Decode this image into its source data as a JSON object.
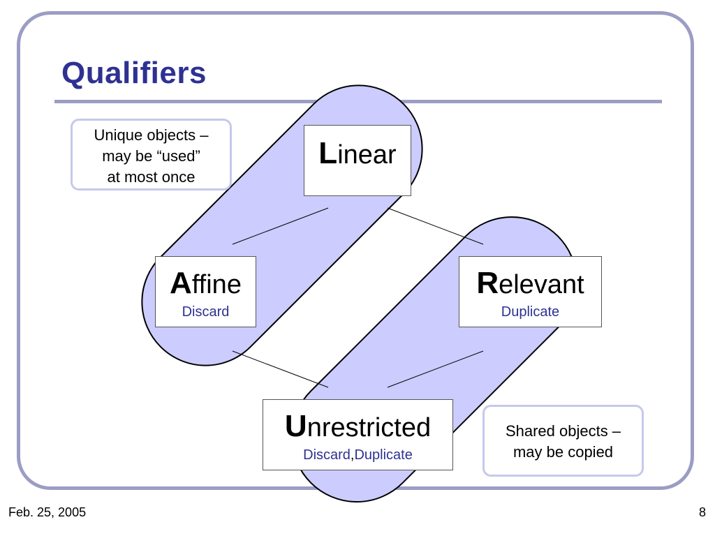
{
  "slide": {
    "title": "Qualifiers",
    "footer_date": "Feb. 25, 2005",
    "page_number": "8"
  },
  "colors": {
    "title": "#2e3192",
    "frame": "#9b9dc4",
    "lobe_fill": "#ccccff",
    "operations_text": "#2e3192",
    "callout_border": "#c6c8ec"
  },
  "nodes": {
    "linear": {
      "initial": "L",
      "rest": "inear"
    },
    "affine": {
      "initial": "A",
      "rest": "ffine",
      "operations": "Discard"
    },
    "relevant": {
      "initial": "R",
      "rest": "elevant",
      "operations": "Duplicate"
    },
    "unrestricted": {
      "initial": "U",
      "rest": "nrestricted",
      "operation_1": "Discard",
      "separator": ",",
      "operation_2": "Duplicate"
    }
  },
  "callouts": {
    "unique": {
      "line_1": "Unique objects –",
      "line_2": "may be “used”",
      "line_3": "at most once"
    },
    "shared": {
      "line_1": "Shared objects –",
      "line_2": "may be copied"
    }
  }
}
